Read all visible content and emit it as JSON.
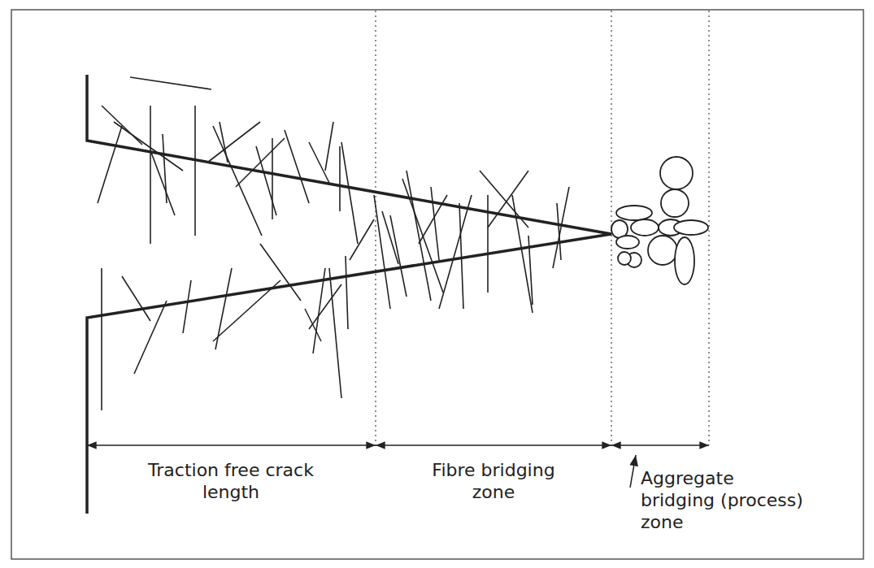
{
  "diagram": {
    "labels": [
      "Traction free crack length",
      "Fibre bridging zone",
      "Aggregate bridging (process) zone"
    ]
  }
}
